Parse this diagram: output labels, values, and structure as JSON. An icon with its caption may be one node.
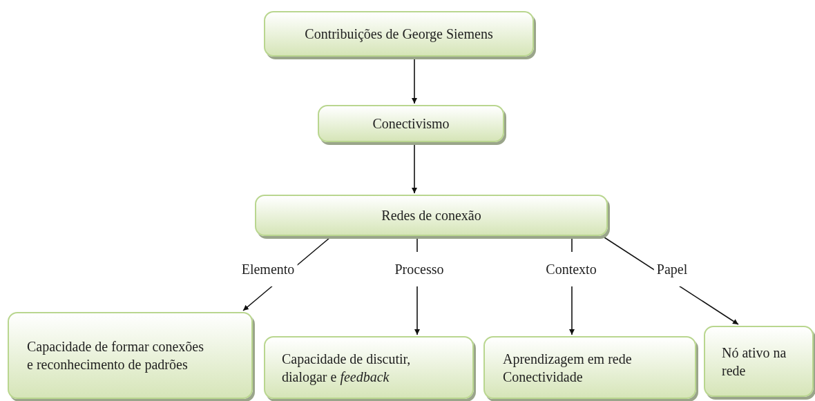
{
  "diagram": {
    "nodes": [
      {
        "text": [
          "Contribuições de George Siemens"
        ]
      },
      {
        "text": [
          "Conectivismo"
        ]
      },
      {
        "text": [
          "Redes de conexão"
        ]
      },
      {
        "text": [
          "Capacidade de formar conexões e reconhecimento de padrões"
        ]
      },
      {
        "text": [
          "Capacidade de discutir, dialogar e *feedback*"
        ]
      },
      {
        "text": [
          "Aprendizagem em rede",
          "Conectividade"
        ]
      },
      {
        "text": [
          "Nó ativo na rede"
        ]
      }
    ],
    "edges": [
      {
        "from": 0,
        "to": 1,
        "arrow": "to"
      },
      {
        "from": 1,
        "to": 2,
        "arrow": "to"
      },
      {
        "from": 2,
        "to": 3,
        "arrow": "to",
        "label": "Elemento"
      },
      {
        "from": 2,
        "to": 4,
        "arrow": "to",
        "label": "Processo"
      },
      {
        "from": 2,
        "to": 5,
        "arrow": "to",
        "label": "Contexto"
      },
      {
        "from": 2,
        "to": 6,
        "arrow": "to",
        "label": "Papel"
      }
    ]
  }
}
